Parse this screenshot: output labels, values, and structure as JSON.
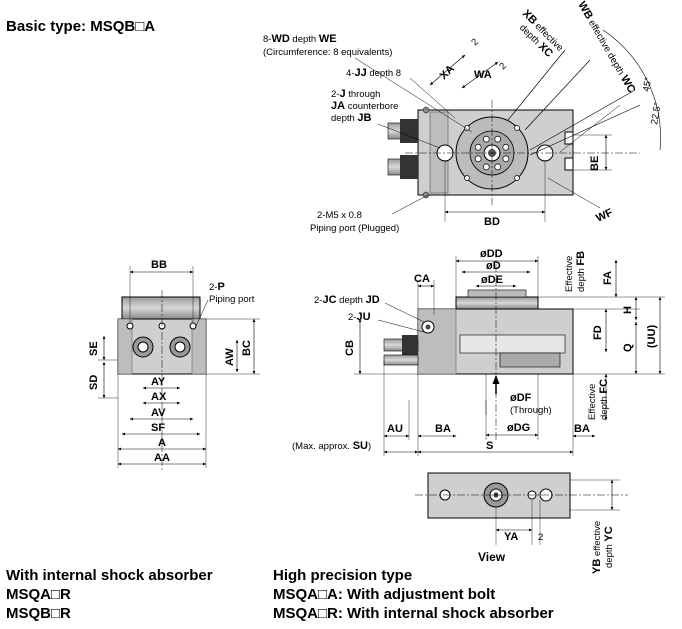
{
  "heading": "Basic type: MSQB□A",
  "footer_left": [
    "With internal shock absorber",
    "MSQA□R",
    "MSQB□R"
  ],
  "footer_right": [
    "High precision type",
    "MSQA□A: With adjustment bolt",
    "MSQA□R: With internal shock absorber"
  ],
  "top_view": {
    "wd_prefix": "8-",
    "wd_label": "WD",
    "wd_depth": " depth ",
    "we_label": "WE",
    "circumference": "(Circumference: 8 equivalents)",
    "jj_prefix": "4-",
    "jj_label": "JJ",
    "jj_depth": " depth 8",
    "j_prefix": "2-",
    "j_label": "J",
    "j_through": " through",
    "ja_label": "JA",
    "counterbore": " counterbore",
    "jb_depth": "depth ",
    "jb_label": "JB",
    "m5": "2-M5 x 0.8",
    "piping_plugged": "Piping port (Plugged)",
    "xa": "XA",
    "wa": "WA",
    "two": "2",
    "xb": "XB",
    "effective": " effective",
    "depth": "depth ",
    "xc": "XC",
    "wb": "WB",
    "effective_depth": " effective depth ",
    "wc": "WC",
    "angle45": "45°",
    "angle22": "22.5°",
    "be": "BE",
    "bd": "BD",
    "wf": "WF"
  },
  "side_view": {
    "bb": "BB",
    "p_prefix": "2-",
    "p_label": "P",
    "piping_port": "Piping port",
    "se": "SE",
    "sd": "SD",
    "aw": "AW",
    "bc": "BC",
    "ay": "AY",
    "ax": "AX",
    "av": "AV",
    "sf": "SF",
    "a": "A",
    "aa": "AA"
  },
  "front_view": {
    "dd": "øDD",
    "d": "øD",
    "de": "øDE",
    "ca": "CA",
    "jc_prefix": "2-",
    "jc_label": "JC",
    "jc_depth": " depth ",
    "jd_label": "JD",
    "ju_prefix": "2-",
    "ju_label": "JU",
    "cb": "CB",
    "effective": "Effective",
    "depth": "depth ",
    "fb": "FB",
    "fa": "FA",
    "h": "H",
    "fd": "FD",
    "q": "Q",
    "uu": "(UU)",
    "fc": "FC",
    "df": "øDF",
    "through": "(Through)",
    "dg": "øDG",
    "au": "AU",
    "ba": "BA",
    "max_su": "(Max. approx. ",
    "su": "SU",
    "close": ")",
    "s": "S"
  },
  "view_detail": {
    "ya": "YA",
    "two": "2",
    "view": "View",
    "yb": "YB",
    "effective": " effective",
    "depth": "depth ",
    "yc": "YC"
  }
}
